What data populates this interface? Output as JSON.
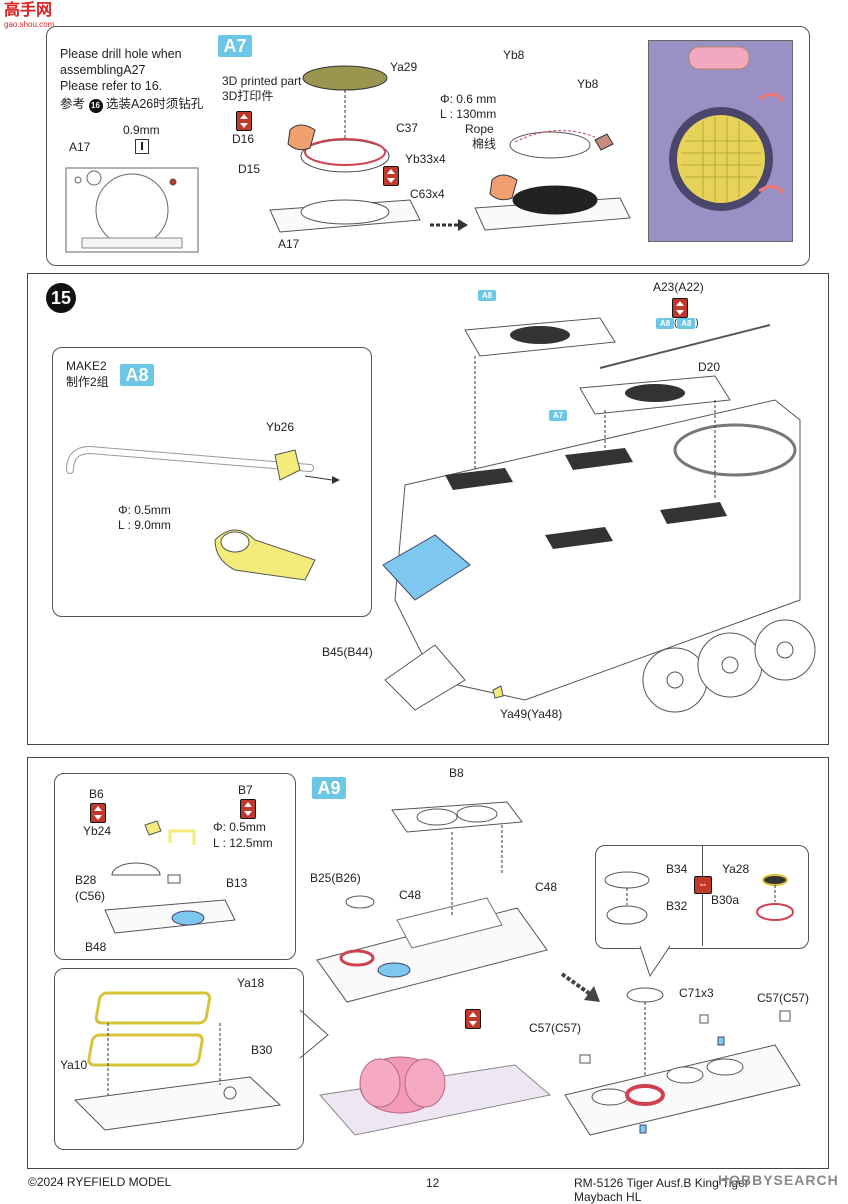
{
  "logo": {
    "text": "高手网",
    "sub": "gao.shou.com"
  },
  "panel_a7": {
    "badge": "A7",
    "note_lines": [
      "Please drill hole when",
      "assemblingA27",
      "Please refer to 16."
    ],
    "note_cn_prefix": "参考",
    "note_cn_num": "16",
    "note_cn_suffix": "选装A26时须钻孔",
    "drill": "0.9mm",
    "labels": {
      "a17_top": "A17",
      "printed_en": "3D printed part",
      "printed_cn": "3D打印件",
      "d16": "D16",
      "d15": "D15",
      "ya29": "Ya29",
      "c37": "C37",
      "yb33": "Yb33x4",
      "c63": "C63x4",
      "a17_bot": "A17",
      "yb8_a": "Yb8",
      "yb8_b": "Yb8",
      "phi": "Φ: 0.6 mm",
      "len": "L : 130mm",
      "rope_en": "Rope",
      "rope_cn": "棉线"
    }
  },
  "step15": {
    "num": "15",
    "labels": {
      "a8_top": "A8",
      "a7": "A7",
      "a23": "A23(A22)",
      "a8_pair_1": "A8",
      "a8_pair_2": "A8",
      "d20": "D20",
      "b45": "B45(B44)",
      "ya49": "Ya49(Ya48)"
    },
    "sub_a8": {
      "make_en": "MAKE2",
      "make_cn": "制作2组",
      "badge": "A8",
      "yb26": "Yb26",
      "phi": "Φ: 0.5mm",
      "len": "L : 9.0mm"
    }
  },
  "panel_a9": {
    "badge": "A9",
    "labels": {
      "b6": "B6",
      "yb24": "Yb24",
      "b7": "B7",
      "phi": "Φ: 0.5mm",
      "len": "L : 12.5mm",
      "b28": "B28",
      "c56": "(C56)",
      "b13": "B13",
      "b48": "B48",
      "ya18": "Ya18",
      "ya10": "Ya10",
      "b30": "B30",
      "b8": "B8",
      "c48_a": "C48",
      "c48_b": "C48",
      "b25": "B25(B26)",
      "b34": "B34",
      "b32": "B32",
      "ya28": "Ya28",
      "b30a": "B30a",
      "c71": "C71x3",
      "c57_a": "C57(C57)",
      "c57_b": "C57(C57)"
    }
  },
  "footer": {
    "copyright": "©2024 RYEFIELD MODEL",
    "page": "12",
    "product": "RM-5126 Tiger Ausf.B King Tiger Maybach HL",
    "watermark": "HOBBYSEARCH"
  },
  "colors": {
    "accent": "#6cc6e6",
    "yellow": "#f3ec7a",
    "pink": "#f29ab6",
    "blue": "#7ec7ee",
    "red": "#c0392b"
  }
}
